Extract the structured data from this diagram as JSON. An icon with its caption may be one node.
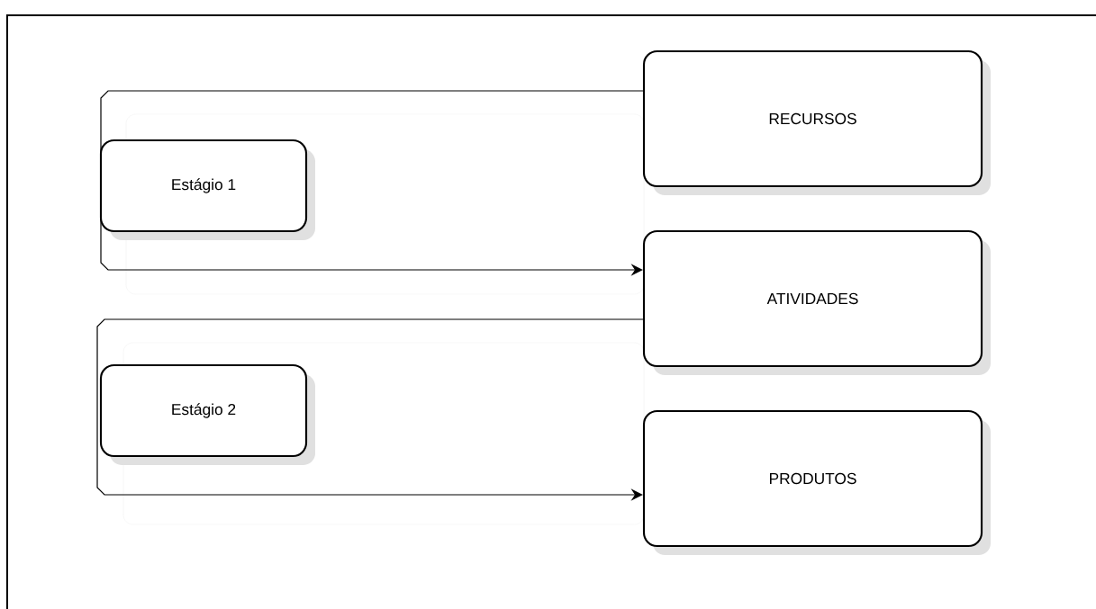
{
  "diagram": {
    "nodes": [
      {
        "text": [
          "RECURSOS"
        ]
      },
      {
        "text": [
          "Estágio 1"
        ]
      },
      {
        "text": [
          "ATIVIDADES"
        ]
      },
      {
        "text": [
          "Estágio 2"
        ]
      },
      {
        "text": [
          "PRODUTOS"
        ]
      }
    ],
    "edges": [
      {
        "from": 0,
        "to": 2,
        "arrow": "to"
      },
      {
        "from": 2,
        "to": 4,
        "arrow": "to"
      }
    ]
  }
}
